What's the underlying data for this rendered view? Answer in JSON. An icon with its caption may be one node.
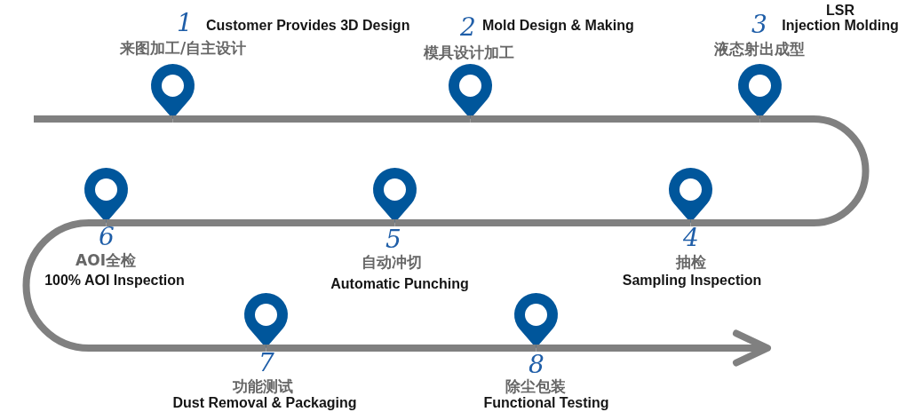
{
  "diagram": {
    "nodes": [
      {
        "text": [],
        "shape": "pin",
        "beside": [
          "1",
          "Customer Provides 3D Design",
          "来图加工/自主设计"
        ]
      },
      {
        "text": [],
        "shape": "pin",
        "beside": [
          "2",
          "Mold Design & Making",
          "模具设计加工"
        ]
      },
      {
        "text": [],
        "shape": "pin",
        "beside": [
          "3",
          "LSR Injection Molding",
          "液态射出成型"
        ]
      },
      {
        "text": [],
        "shape": "pin",
        "beside": [
          "4",
          "抽检",
          "Sampling Inspection"
        ]
      },
      {
        "text": [],
        "shape": "pin",
        "beside": [
          "5",
          "自动冲切",
          "Automatic Punching"
        ]
      },
      {
        "text": [],
        "shape": "pin",
        "beside": [
          "6",
          "AOI全检",
          "100% AOI Inspection"
        ]
      },
      {
        "text": [],
        "shape": "pin",
        "beside": [
          "7",
          "功能测试",
          "Dust Removal & Packaging"
        ]
      },
      {
        "text": [],
        "shape": "pin",
        "beside": [
          "8",
          "除尘包装",
          "Functional Testing"
        ]
      }
    ],
    "edges": [
      {
        "from": null,
        "to": 0,
        "arrow": "none"
      },
      {
        "from": 0,
        "to": 1,
        "arrow": "none"
      },
      {
        "from": 1,
        "to": 2,
        "arrow": "none"
      },
      {
        "from": 2,
        "to": 3,
        "arrow": "none"
      },
      {
        "from": 3,
        "to": 4,
        "arrow": "none"
      },
      {
        "from": 4,
        "to": 5,
        "arrow": "none"
      },
      {
        "from": 5,
        "to": 6,
        "arrow": "none"
      },
      {
        "from": 6,
        "to": 7,
        "arrow": "none"
      },
      {
        "from": 7,
        "to": null,
        "arrow": "to"
      }
    ]
  }
}
